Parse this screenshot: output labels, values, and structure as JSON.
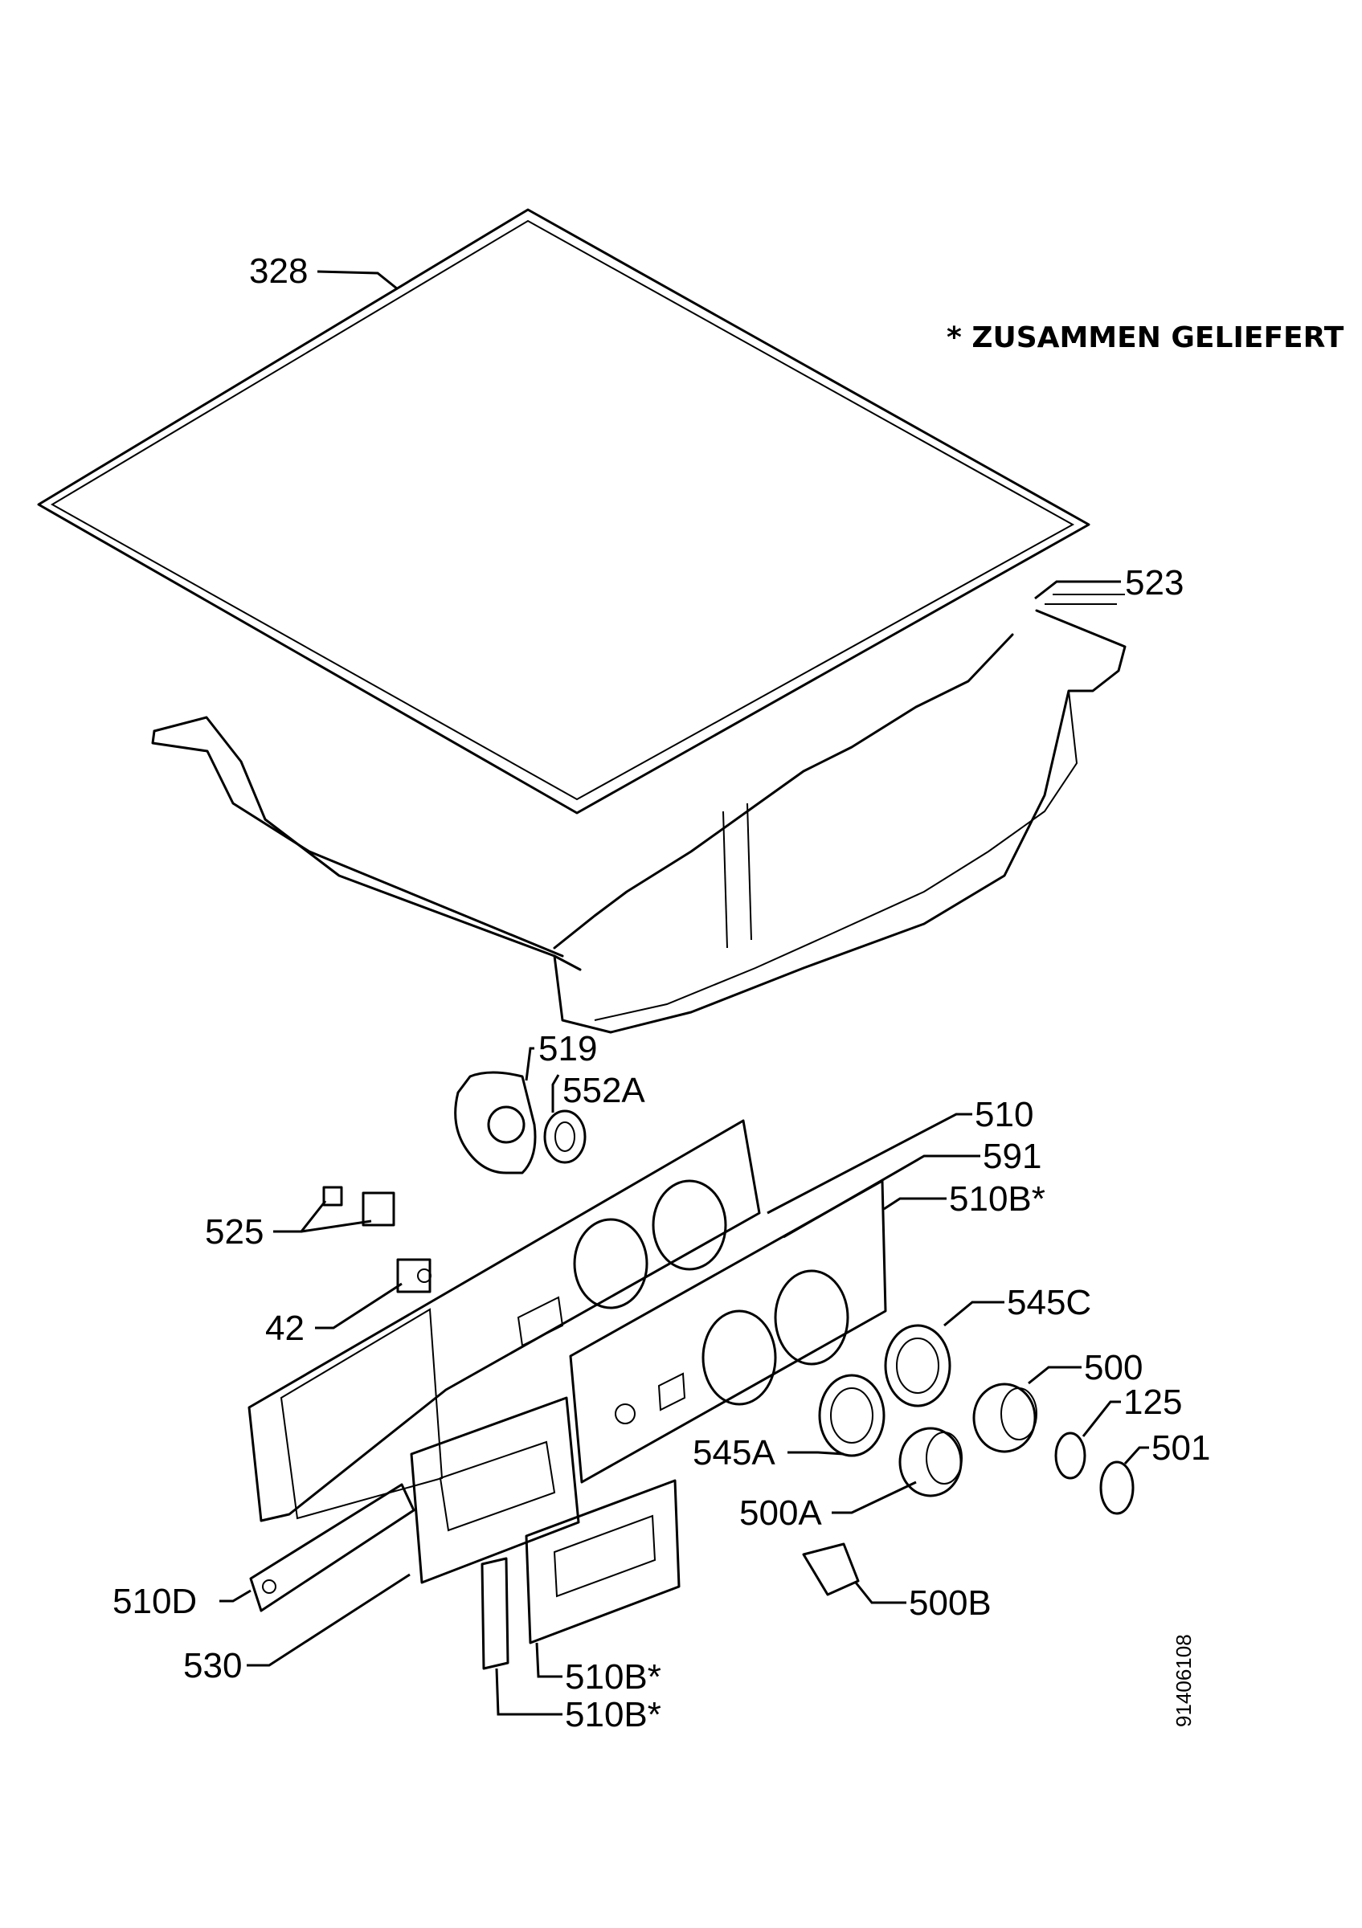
{
  "note": "* ZUSAMMEN GELIEFERT",
  "drawing_number": "91406108",
  "labels": {
    "p328": "328",
    "p523": "523",
    "p519": "519",
    "p552a": "552A",
    "p510": "510",
    "p591": "591",
    "p510b_1": "510B*",
    "p525": "525",
    "p42": "42",
    "p545c": "545C",
    "p500": "500",
    "p125": "125",
    "p501": "501",
    "p545a": "545A",
    "p500a": "500A",
    "p510d": "510D",
    "p500b": "500B",
    "p530": "530",
    "p510b_2": "510B*",
    "p510b_3": "510B*"
  }
}
